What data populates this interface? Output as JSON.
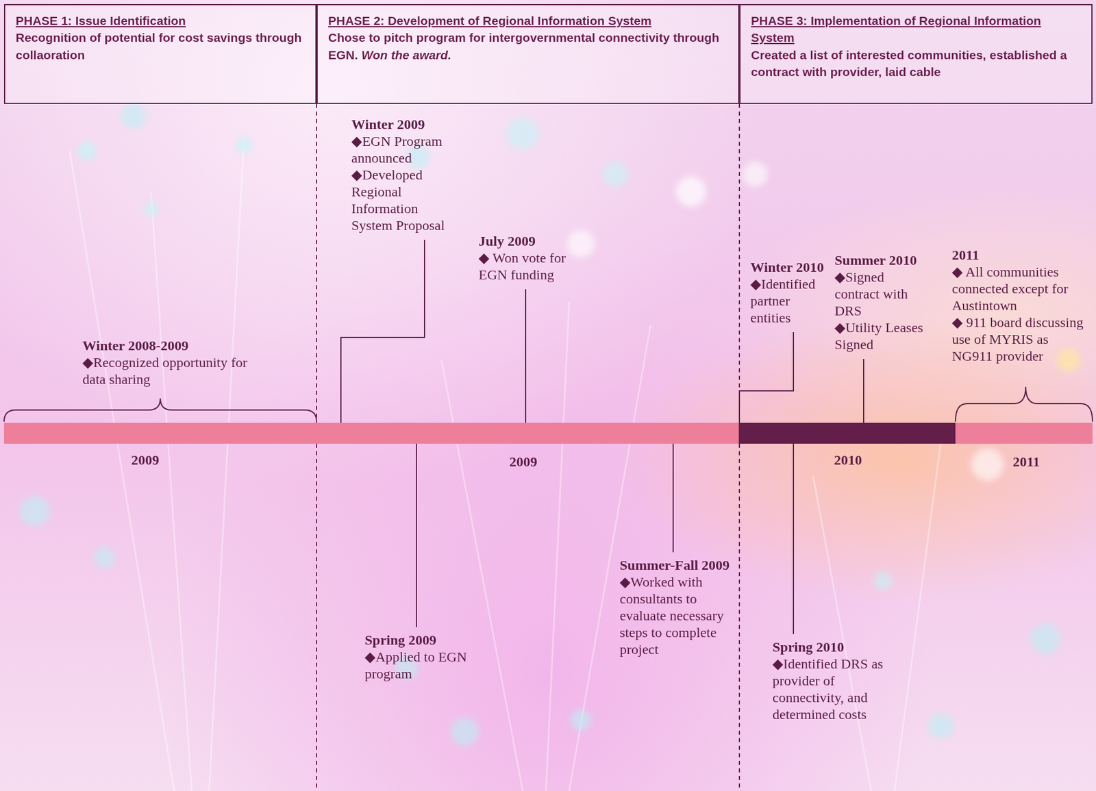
{
  "diagram": {
    "nodes": [
      {
        "text": [
          "PHASE 1: Issue Identification",
          "Recognition of potential for cost savings through collaoration"
        ]
      },
      {
        "text": [
          "PHASE 2: Development of Regional Information System",
          "Chose to pitch program for intergovernmental connectivity through EGN.",
          "Won the award."
        ]
      },
      {
        "text": [
          "PHASE 3: Implementation of Regional Information System",
          "Created a list of interested communities, established a contract with provider, laid cable"
        ]
      }
    ],
    "edges": [],
    "labels": [
      "Winter 2008-2009",
      "◆Recognized opportunity for data sharing",
      "Winter 2009",
      "◆EGN Program announced",
      "◆Developed Regional Information System Proposal",
      "July 2009",
      "◆ Won vote for EGN funding",
      "Winter 2010",
      "◆Identified partner entities",
      "Summer 2010",
      "◆Signed contract with DRS",
      "◆Utility Leases Signed",
      "2011",
      "◆ All communities connected except for Austintown",
      "◆ 911 board discussing use of MYRIS as NG911 provider",
      "2009",
      "2009",
      "2010",
      "2011",
      "Spring 2009",
      "◆Applied to EGN program",
      "Summer-Fall 2009",
      "◆Worked with consultants to evaluate necessary steps to complete project",
      "Spring 2010",
      "◆Identified DRS as provider of connectivity, and determined costs"
    ]
  }
}
